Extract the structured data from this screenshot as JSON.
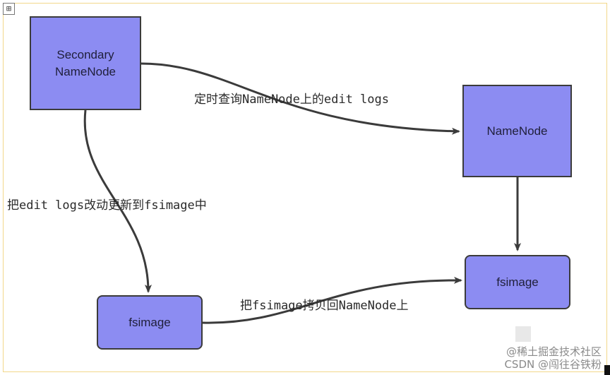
{
  "nodes": {
    "secondary_namenode": "Secondary\nNameNode",
    "namenode": "NameNode",
    "fsimage_left": "fsimage",
    "fsimage_right": "fsimage"
  },
  "edges": {
    "query_edit_logs": "定时查询NameNode上的edit logs",
    "apply_edit_logs": "把edit logs改动更新到fsimage中",
    "copy_fsimage_back": "把fsimage拷贝回NameNode上"
  },
  "watermark": {
    "line1": "@稀土掘金技术社区",
    "line2": "CSDN @闯往谷铁粉"
  },
  "colors": {
    "node_fill": "#8c8cf2",
    "node_border": "#3b3b3b",
    "edge": "#3b3b3b"
  },
  "icons": {
    "corner_handle": "move-handle-icon"
  }
}
